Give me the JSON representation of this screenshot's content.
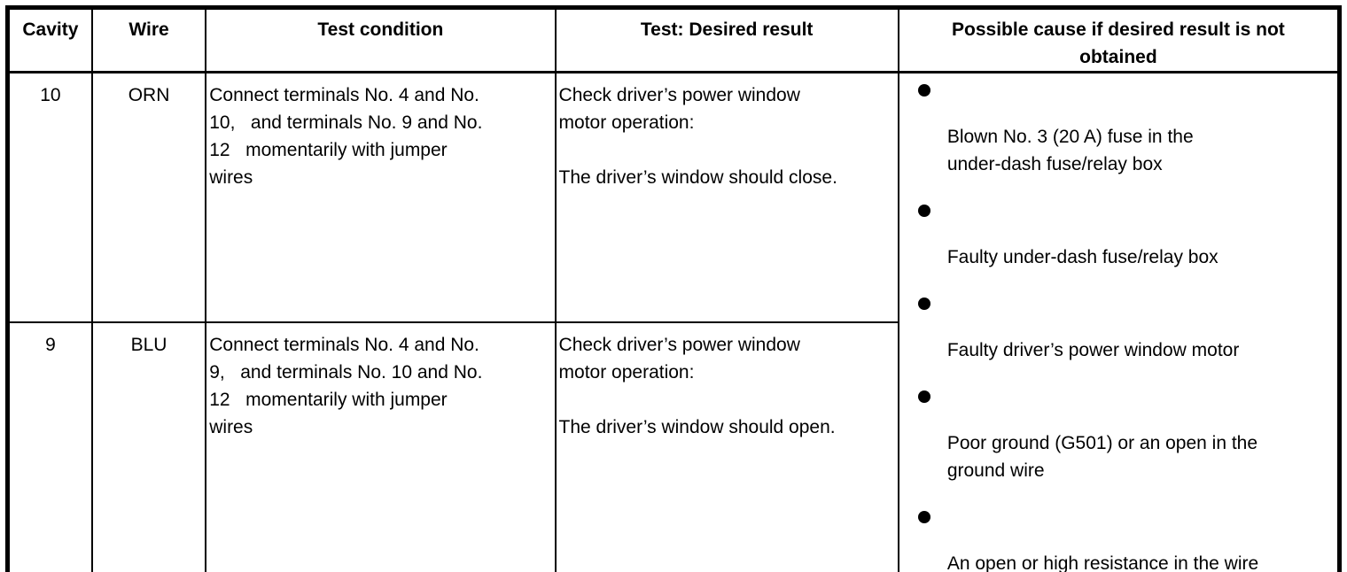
{
  "table": {
    "headers": {
      "cavity": "Cavity",
      "wire": "Wire",
      "test_condition": "Test condition",
      "desired_result": "Test: Desired result",
      "possible_cause": "Possible cause if desired result is not\nobtained"
    },
    "rows": [
      {
        "cavity": "10",
        "wire": "ORN",
        "test_condition": "Connect terminals No. 4 and No.\n10,   and terminals No. 9 and No.\n12   momentarily with jumper\nwires",
        "desired_result": "Check driver’s power window\nmotor operation:\n\nThe driver’s window should close."
      },
      {
        "cavity": "9",
        "wire": "BLU",
        "test_condition": "Connect terminals No. 4 and No.\n9,   and terminals No. 10 and No.\n12   momentarily with jumper\nwires",
        "desired_result": "Check driver’s power window\nmotor operation:\n\nThe driver’s window should open."
      }
    ],
    "possible_causes": [
      "Blown No. 3 (20 A) fuse in the\nunder-dash fuse/relay box",
      "Faulty under-dash fuse/relay box",
      "Faulty driver’s power window motor",
      "Poor ground (G501) or an open in the\nground wire",
      "An open or high resistance in the wire"
    ]
  },
  "colors": {
    "border": "#000000",
    "background": "#ffffff",
    "text": "#000000"
  }
}
